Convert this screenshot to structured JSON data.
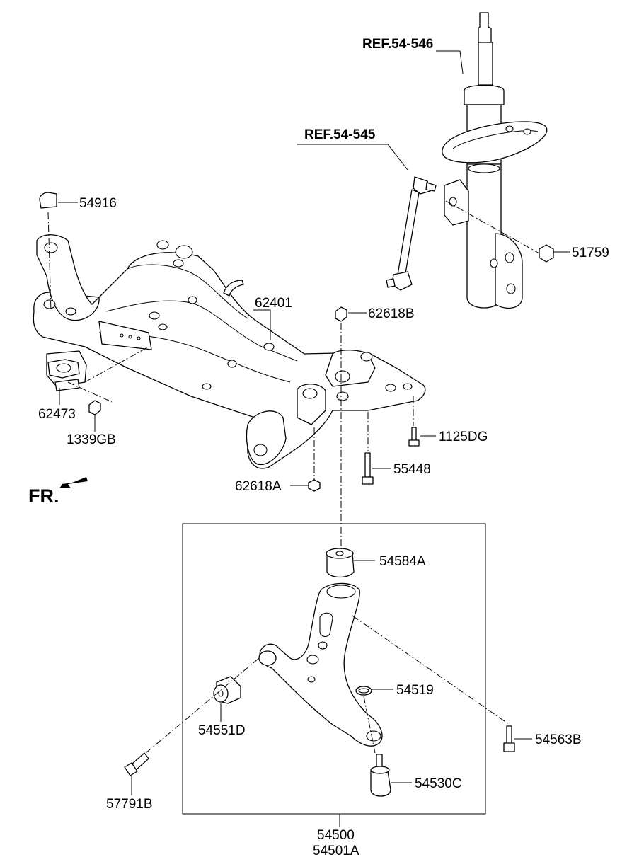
{
  "orientation_label": "FR.",
  "references": [
    {
      "id": "ref-54-546",
      "text": "REF.54-546"
    },
    {
      "id": "ref-54-545",
      "text": "REF.54-545"
    }
  ],
  "part_numbers": {
    "p54916": "54916",
    "p51759": "51759",
    "p62401": "62401",
    "p62618B": "62618B",
    "p62473": "62473",
    "p1339GB": "1339GB",
    "p1125DG": "1125DG",
    "p55448": "55448",
    "p62618A": "62618A",
    "p54584A": "54584A",
    "p54519": "54519",
    "p54551D": "54551D",
    "p54563B": "54563B",
    "p54530C": "54530C",
    "p57791B": "57791B",
    "p54500": "54500",
    "p54501A": "54501A"
  },
  "colors": {
    "line": "#000000",
    "background": "#ffffff"
  }
}
